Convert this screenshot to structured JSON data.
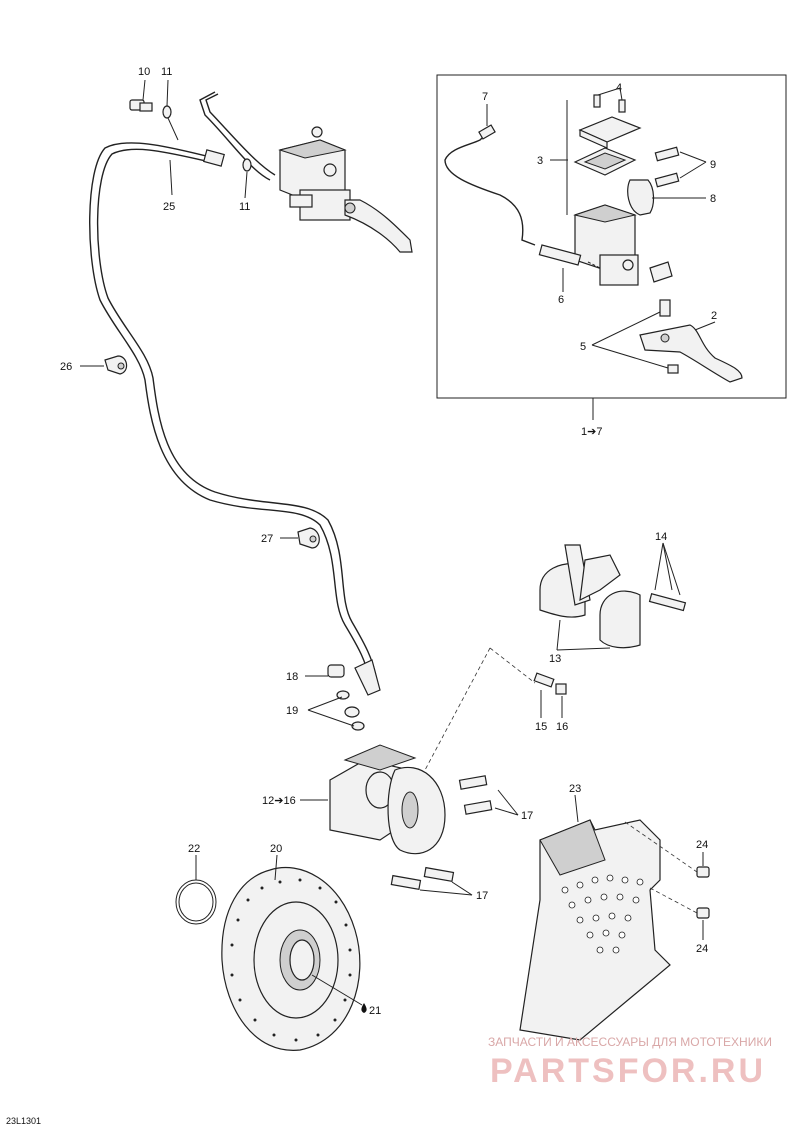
{
  "labels": {
    "l10": "10",
    "l11a": "11",
    "l25": "25",
    "l11b": "11",
    "l26": "26",
    "l27": "27",
    "l7": "7",
    "l4": "4",
    "l3": "3",
    "l9": "9",
    "l8": "8",
    "l6": "6",
    "l2": "2",
    "l5": "5",
    "l1to7": "1➔7",
    "l14": "14",
    "l13": "13",
    "l18": "18",
    "l19": "19",
    "l15": "15",
    "l16": "16",
    "l12to16": "12➔16",
    "l17a": "17",
    "l17b": "17",
    "l23": "23",
    "l24a": "24",
    "l24b": "24",
    "l22": "22",
    "l20": "20",
    "l21": "21"
  },
  "figure_code": "23L1301",
  "watermark": {
    "caption": "ЗАПЧАСТИ И АКСЕССУАРЫ ДЛЯ МОТОТЕХНИКИ",
    "brand": "PARTSFOR.RU"
  }
}
